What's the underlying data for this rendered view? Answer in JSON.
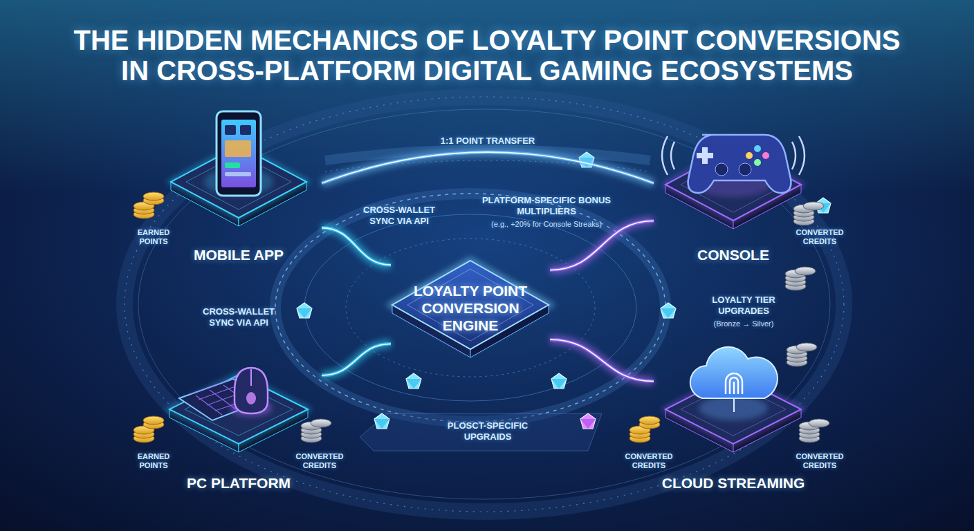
{
  "diagram": {
    "title": "THE HIDDEN MECHANICS OF LOYALTY POINT CONVERSIONS IN CROSS-PLATFORM DIGITAL GAMING ECOSYSTEMS",
    "nodes": [
      {
        "text": [
          "MOBILE APP"
        ]
      },
      {
        "text": [
          "CONSOLE"
        ]
      },
      {
        "text": [
          "LOYALTY POINT CONVERSION ENGINE"
        ]
      },
      {
        "text": [
          "PC PLATFORM"
        ]
      },
      {
        "text": [
          "CLOUD STREAMING"
        ]
      }
    ],
    "edges": [
      {
        "from": 0,
        "to": 2,
        "arrow": "none"
      },
      {
        "from": 2,
        "to": 1,
        "arrow": "none"
      },
      {
        "from": 3,
        "to": 2,
        "arrow": "none"
      },
      {
        "from": 2,
        "to": 4,
        "arrow": "none"
      },
      {
        "from": 0,
        "to": 1,
        "arrow": "none"
      }
    ],
    "labels": [
      "1:1 POINT TRANSFER",
      "CROSS-WALLET SYNC VIA API",
      "PLATFORM-SPECIFIC BONUS MULTIPLIERS",
      "(e.g., +20% for Console Streaks)",
      "EARNED POINTS",
      "CONVERTED CREDITS",
      "CROSS-WALLET SYNC VIA API",
      "LOYALTY TIER UPGRADES",
      "(Bronze → Silver)",
      "PLOSCT-SPECIFIC UPGRAIDS",
      "EARNED POINTS",
      "CONVERTED CREDITS",
      "CONVERTED CREDITS",
      "CONVERTED CREDITS"
    ]
  }
}
